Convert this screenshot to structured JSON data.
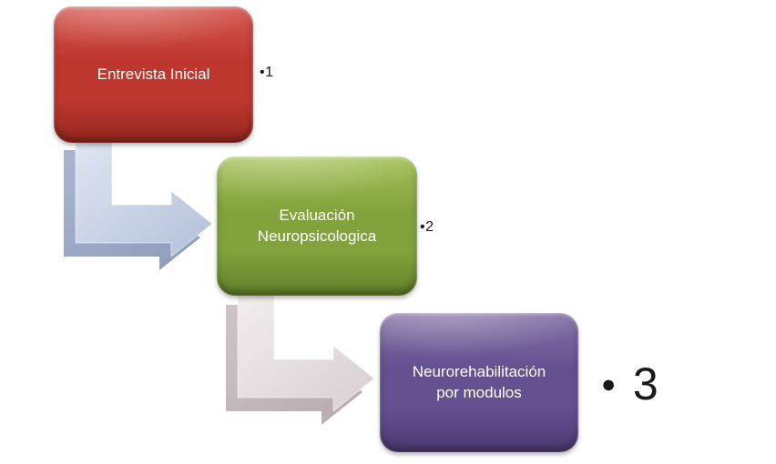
{
  "page": {
    "background_color": "#ffffff"
  },
  "diagram": {
    "type": "stepped-process",
    "steps": [
      {
        "label": "Entrevista Inicial",
        "bullet": "•1",
        "colors": {
          "light": "#D5574F",
          "main": "#BE372F",
          "dark": "#94281F"
        }
      },
      {
        "label": "Evaluación\nNeuropsicologica",
        "bullet": "•2",
        "colors": {
          "light": "#A6C159",
          "main": "#82A23C",
          "dark": "#62802A"
        }
      },
      {
        "label": "Neurorehabilitación\npor modulos",
        "bullet_marker": "●",
        "bullet_number": "3",
        "colors": {
          "light": "#8472A6",
          "main": "#655090",
          "dark": "#4C3A72"
        }
      }
    ],
    "arrows": [
      {
        "name": "arrow-step1-to-step2",
        "colors": {
          "front_light": "#DFE6F2",
          "front_dark": "#B3C0DA",
          "back_light": "#A9B5CF",
          "back_dark": "#8C9ABA"
        }
      },
      {
        "name": "arrow-step2-to-step3",
        "colors": {
          "front_light": "#F2EDEF",
          "front_dark": "#D7CFD2",
          "back_light": "#CFC4C7",
          "back_dark": "#B5A9AD"
        }
      }
    ],
    "bullet_color": "#1a1a1a"
  }
}
